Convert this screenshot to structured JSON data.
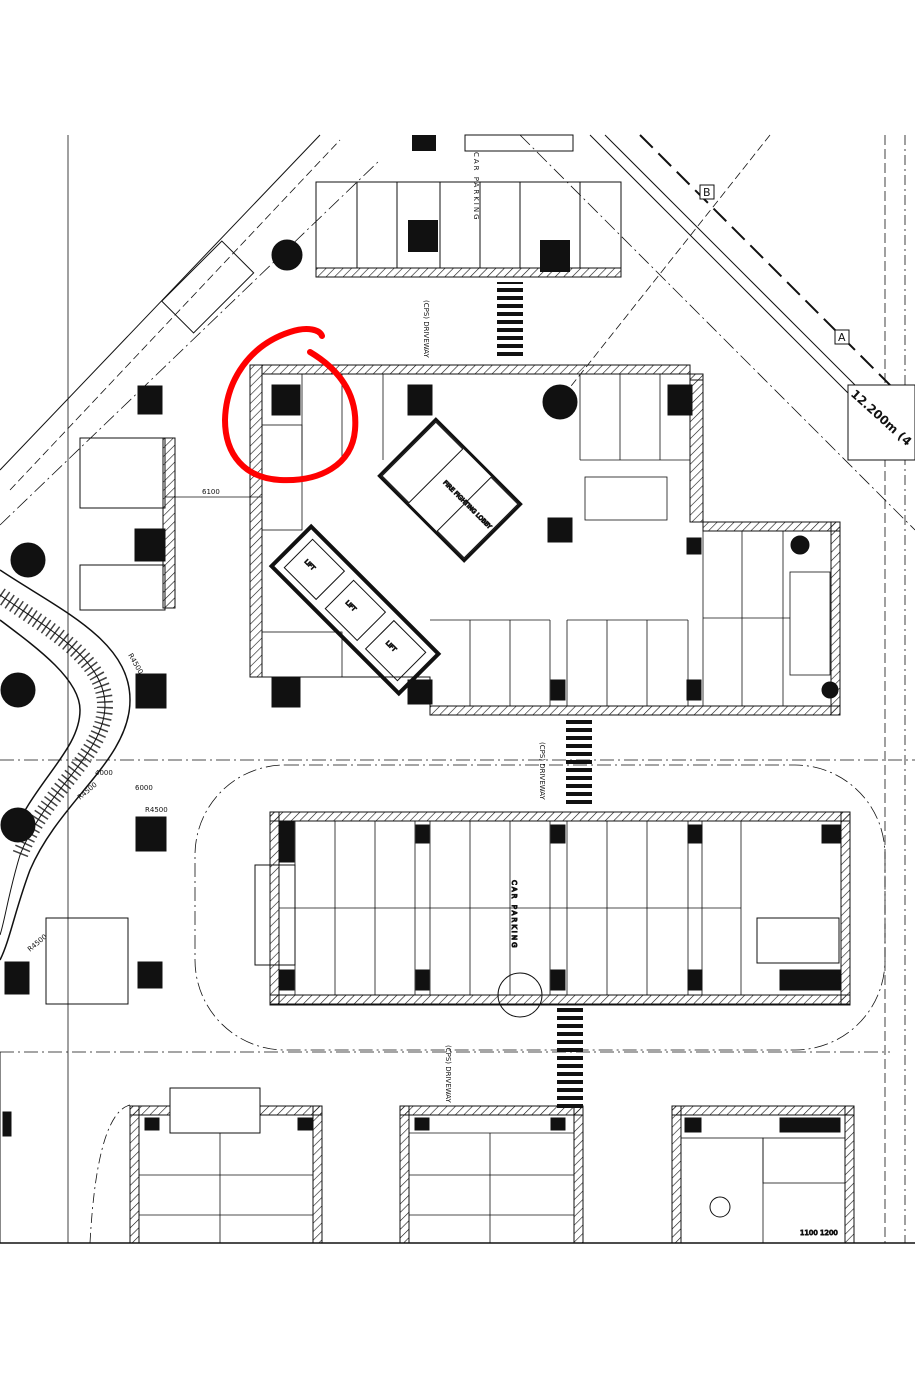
{
  "drawing": {
    "labels": {
      "car_parking_top": "CAR PARKING",
      "car_parking_mid": "CAR PARKING",
      "driveway_top": "(CPS) DRIVEWAY",
      "driveway_mid": "(CPS) DRIVEWAY",
      "driveway_bottom": "(CPS) DRIVEWAY",
      "fire_lobby": "FIRE FIGHTING LOBBY",
      "dim_6100": "6100",
      "dim_4000": "4000",
      "dim_6000": "6000",
      "dim_r4500": "R4500",
      "dim_r4500b": "R4500",
      "dim_r4500c": "R4500",
      "dim_r4500d": "R4500",
      "dim_12200": "12.200m (4",
      "dim_bottom": "1100 1200",
      "section_b": "B",
      "section_a": "A",
      "lift_1": "LIFT",
      "lift_2": "LIFT",
      "lift_3": "LIFT"
    },
    "colors": {
      "ink": "#111111",
      "annotation": "#ff0000",
      "paper": "#ffffff"
    }
  }
}
